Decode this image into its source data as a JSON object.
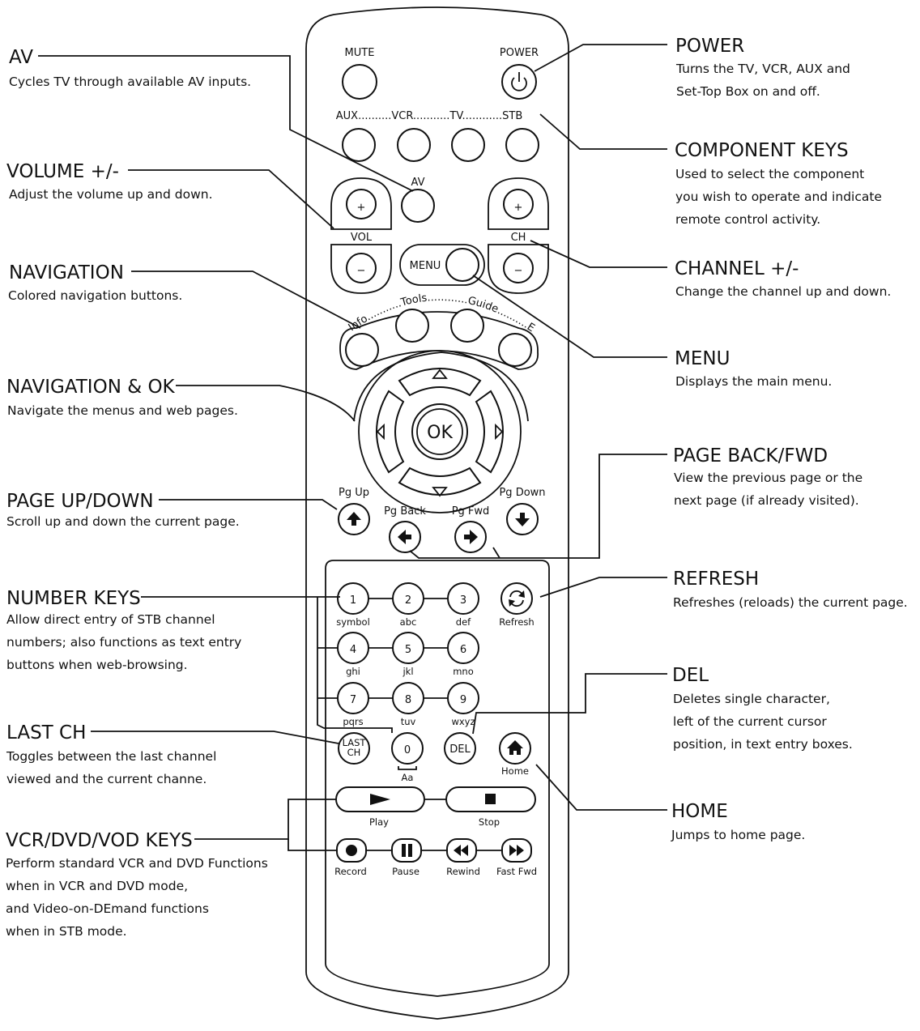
{
  "callouts": {
    "av": {
      "title": "AV",
      "desc": [
        "Cycles TV through available AV inputs."
      ]
    },
    "volume": {
      "title": "VOLUME +/-",
      "desc": [
        "Adjust the volume up and down."
      ]
    },
    "navigation": {
      "title": "NAVIGATION",
      "desc": [
        "Colored navigation buttons."
      ]
    },
    "nav_ok": {
      "title": "NAVIGATION & OK",
      "desc": [
        "Navigate the menus and web pages."
      ]
    },
    "page_updown": {
      "title": "PAGE UP/DOWN",
      "desc": [
        "Scroll up and down the current page."
      ]
    },
    "number_keys": {
      "title": "NUMBER KEYS",
      "desc": [
        "Allow direct entry of STB channel",
        "numbers; also functions as text entry",
        "buttons when web-browsing."
      ]
    },
    "last_ch": {
      "title": "LAST CH",
      "desc": [
        "Toggles between the last channel",
        "viewed and the current channe."
      ]
    },
    "vcr_keys": {
      "title": "VCR/DVD/VOD KEYS",
      "desc": [
        "Perform standard VCR and DVD Functions",
        "when in VCR and DVD mode,",
        "and Video-on-DEmand functions",
        "when in STB mode."
      ]
    },
    "power": {
      "title": "POWER",
      "desc": [
        "Turns the TV, VCR, AUX and",
        "Set-Top Box on and off."
      ]
    },
    "component": {
      "title": "COMPONENT KEYS",
      "desc": [
        "Used to select the component",
        "you wish to operate and indicate",
        "remote control activity."
      ]
    },
    "channel": {
      "title": "CHANNEL +/-",
      "desc": [
        "Change the channel up and down."
      ]
    },
    "menu": {
      "title": "MENU",
      "desc": [
        "Displays the main menu."
      ]
    },
    "page_backfwd": {
      "title": "PAGE BACK/FWD",
      "desc": [
        "View the previous page or the",
        "next page (if already visited)."
      ]
    },
    "refresh": {
      "title": "REFRESH",
      "desc": [
        "Refreshes (reloads) the current page."
      ]
    },
    "del": {
      "title": "DEL",
      "desc": [
        "Deletes single character,",
        "left of the current cursor",
        "position, in text entry boxes."
      ]
    },
    "home": {
      "title": "HOME",
      "desc": [
        "Jumps  to home page."
      ]
    }
  },
  "remote": {
    "mute": "MUTE",
    "power": "POWER",
    "components": "AUX..........VCR...........TV............STB",
    "av": "AV",
    "vol": "VOL",
    "ch": "CH",
    "plus": "+",
    "minus": "−",
    "menu": "MENU",
    "nav_arc": "Info...........Tools............Guide..........Exit",
    "ok": "OK",
    "pg_up": "Pg Up",
    "pg_down": "Pg Down",
    "pg_back": "Pg Back",
    "pg_fwd": "Pg Fwd",
    "keys": [
      {
        "num": "1",
        "sub": "symbol"
      },
      {
        "num": "2",
        "sub": "abc"
      },
      {
        "num": "3",
        "sub": "def"
      },
      {
        "num": "4",
        "sub": "ghi"
      },
      {
        "num": "5",
        "sub": "jkl"
      },
      {
        "num": "6",
        "sub": "mno"
      },
      {
        "num": "7",
        "sub": "pqrs"
      },
      {
        "num": "8",
        "sub": "tuv"
      },
      {
        "num": "9",
        "sub": "wxyz"
      }
    ],
    "zero": "0",
    "zero_sub": "Aa",
    "last_ch_1": "LAST",
    "last_ch_2": "CH",
    "del": "DEL",
    "refresh": "Refresh",
    "home": "Home",
    "play": "Play",
    "stop": "Stop",
    "record": "Record",
    "pause": "Pause",
    "rewind": "Rewind",
    "fast_fwd": "Fast Fwd"
  },
  "icons": {
    "power": "power-icon",
    "refresh": "refresh-icon",
    "home": "home-icon",
    "play": "play-icon",
    "stop": "stop-icon",
    "record": "record-icon",
    "pause": "pause-icon",
    "rewind": "rewind-icon",
    "fast_fwd": "fast-forward-icon",
    "arrows": "arrow-icon"
  }
}
